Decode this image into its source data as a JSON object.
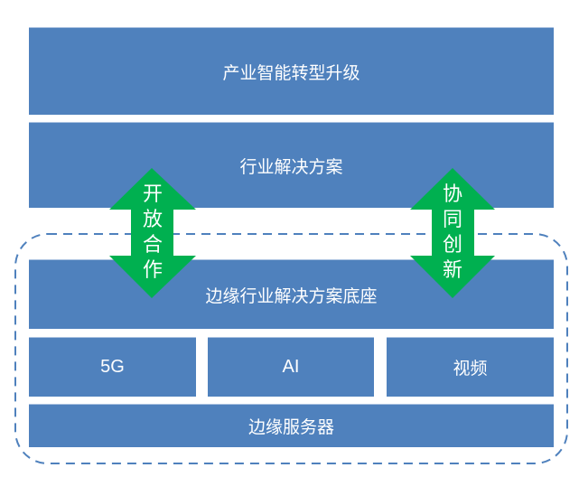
{
  "layers": {
    "industry_upgrade": "产业智能转型升级",
    "industry_solutions": "行业解决方案",
    "edge_solution_base": "边缘行业解决方案底座",
    "capabilities": [
      "5G",
      "AI",
      "视频"
    ],
    "edge_server": "边缘服务器"
  },
  "arrows": {
    "left": {
      "label_chars": [
        "开",
        "放",
        "合",
        "作"
      ]
    },
    "right": {
      "label_chars": [
        "协",
        "同",
        "创",
        "新"
      ]
    }
  },
  "colors": {
    "box_fill": "#4f81bd",
    "arrow_fill": "#00b050",
    "dashed_border": "#4f81bd",
    "text": "#ffffff"
  }
}
